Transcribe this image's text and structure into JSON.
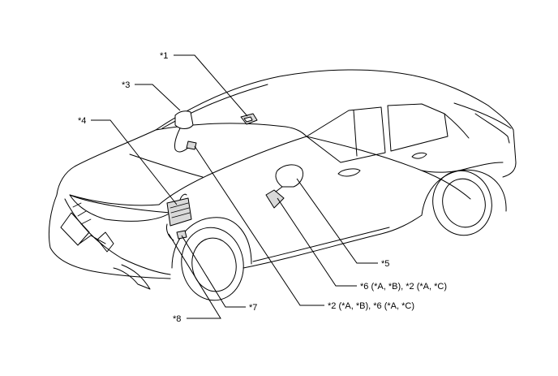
{
  "callouts": {
    "c1": "*1",
    "c2": "*2 (*A, *B), *6 (*A, *C)",
    "c3": "*3",
    "c4": "*4",
    "c5": "*5",
    "c6": "*6 (*A, *B), *2 (*A, *C)",
    "c7": "*7",
    "c8": "*8"
  }
}
